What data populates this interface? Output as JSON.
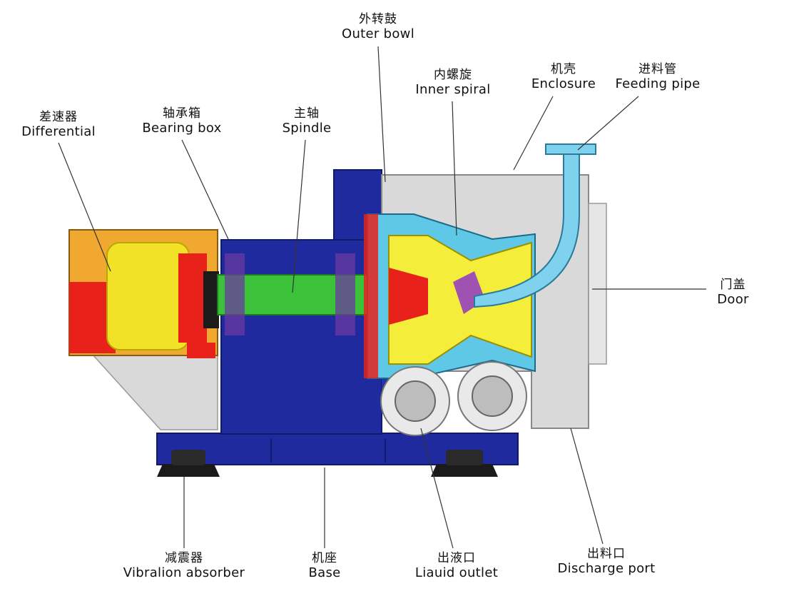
{
  "labels": {
    "outer_bowl": {
      "zh": "外转鼓",
      "en": "Outer bowl"
    },
    "inner_spiral": {
      "zh": "内螺旋",
      "en": "Inner spiral"
    },
    "enclosure": {
      "zh": "机壳",
      "en": "Enclosure"
    },
    "feeding_pipe": {
      "zh": "进料管",
      "en": "Feeding pipe"
    },
    "differential": {
      "zh": "差速器",
      "en": "Differential"
    },
    "bearing_box": {
      "zh": "轴承箱",
      "en": "Bearing box"
    },
    "spindle": {
      "zh": "主轴",
      "en": "Spindle"
    },
    "door": {
      "zh": "门盖",
      "en": "Door"
    },
    "vibration_absorber": {
      "zh": "减震器",
      "en": "Vibralion absorber"
    },
    "base": {
      "zh": "机座",
      "en": "Base"
    },
    "liquid_outlet": {
      "zh": "出液口",
      "en": "Liauid outlet"
    },
    "discharge_port": {
      "zh": "出料口",
      "en": "Discharge port"
    }
  },
  "colors": {
    "base_blue": "#1e2a9e",
    "differential_yellow": "#f2e227",
    "differential_red": "#e8211b",
    "spindle_green": "#3cc23a",
    "bowl_cyan": "#5fc8e6",
    "spiral_yellow": "#f4ee3a",
    "enclosure_gray": "#d9d9d9",
    "feed_pipe_blue": "#7fd2ee",
    "damper_black": "#1b1b1b",
    "leader_line": "#333333"
  }
}
